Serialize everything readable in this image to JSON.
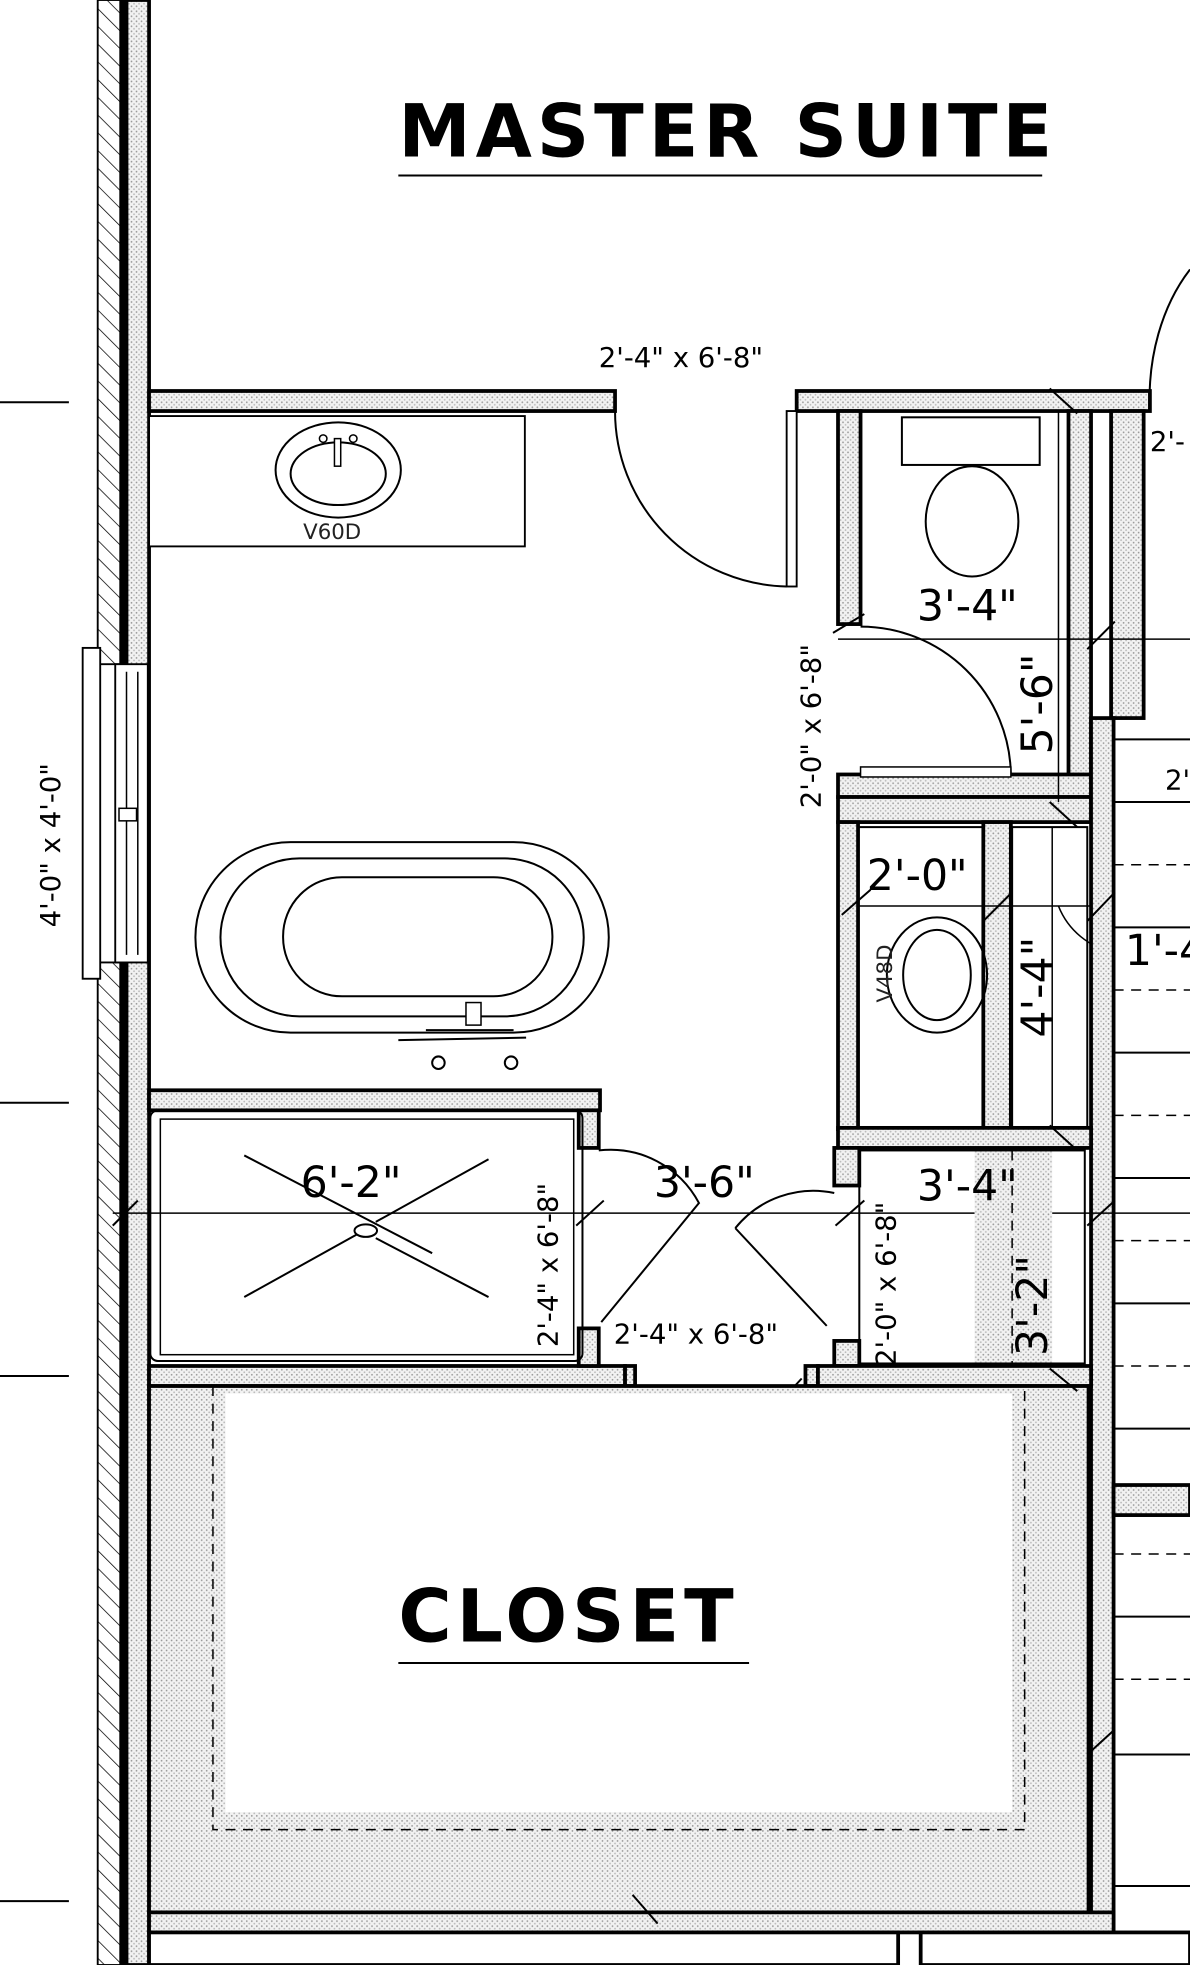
{
  "rooms": {
    "master_suite": "MASTER SUITE",
    "closet": "CLOSET"
  },
  "fixtures": {
    "vanity_main": "V60D",
    "vanity_wc": "V48D"
  },
  "dimensions": {
    "door_master_entry": "2'-4\" x 6'-8\"",
    "door_right_edge": "2'-",
    "door_wc": "2'-0\" x 6'-8\"",
    "wc_width": "3'-4\"",
    "wc_depth": "5'-6\"",
    "window_left": "4'-0\" x 4'-0\"",
    "vanity_wc_width": "2'-0\"",
    "linen_depth": "4'-4\"",
    "linen_right": "1'-4",
    "stair_label": "2'",
    "shower_width": "6'-2\"",
    "door_shower": "2'-4\" x 6'-8\"",
    "hall_width": "3'-6\"",
    "door_closet": "2'-4\" x 6'-8\"",
    "door_lower_wc": "2'-0\" x 6'-8\"",
    "lower_room_width": "3'-4\"",
    "lower_room_depth": "3'-2\""
  }
}
